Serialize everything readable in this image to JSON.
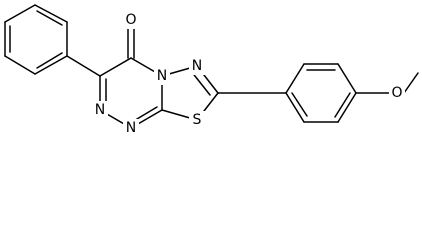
{
  "molecule": {
    "atoms": {
      "carbonyl_oxygen": "O",
      "ring_nitrogen_bridge": "N",
      "ring_nitrogen_top": "N",
      "ring_nitrogen_left": "N",
      "ring_nitrogen_bottom": "N",
      "ring_sulfur": "S",
      "ether_oxygen": "O"
    }
  }
}
